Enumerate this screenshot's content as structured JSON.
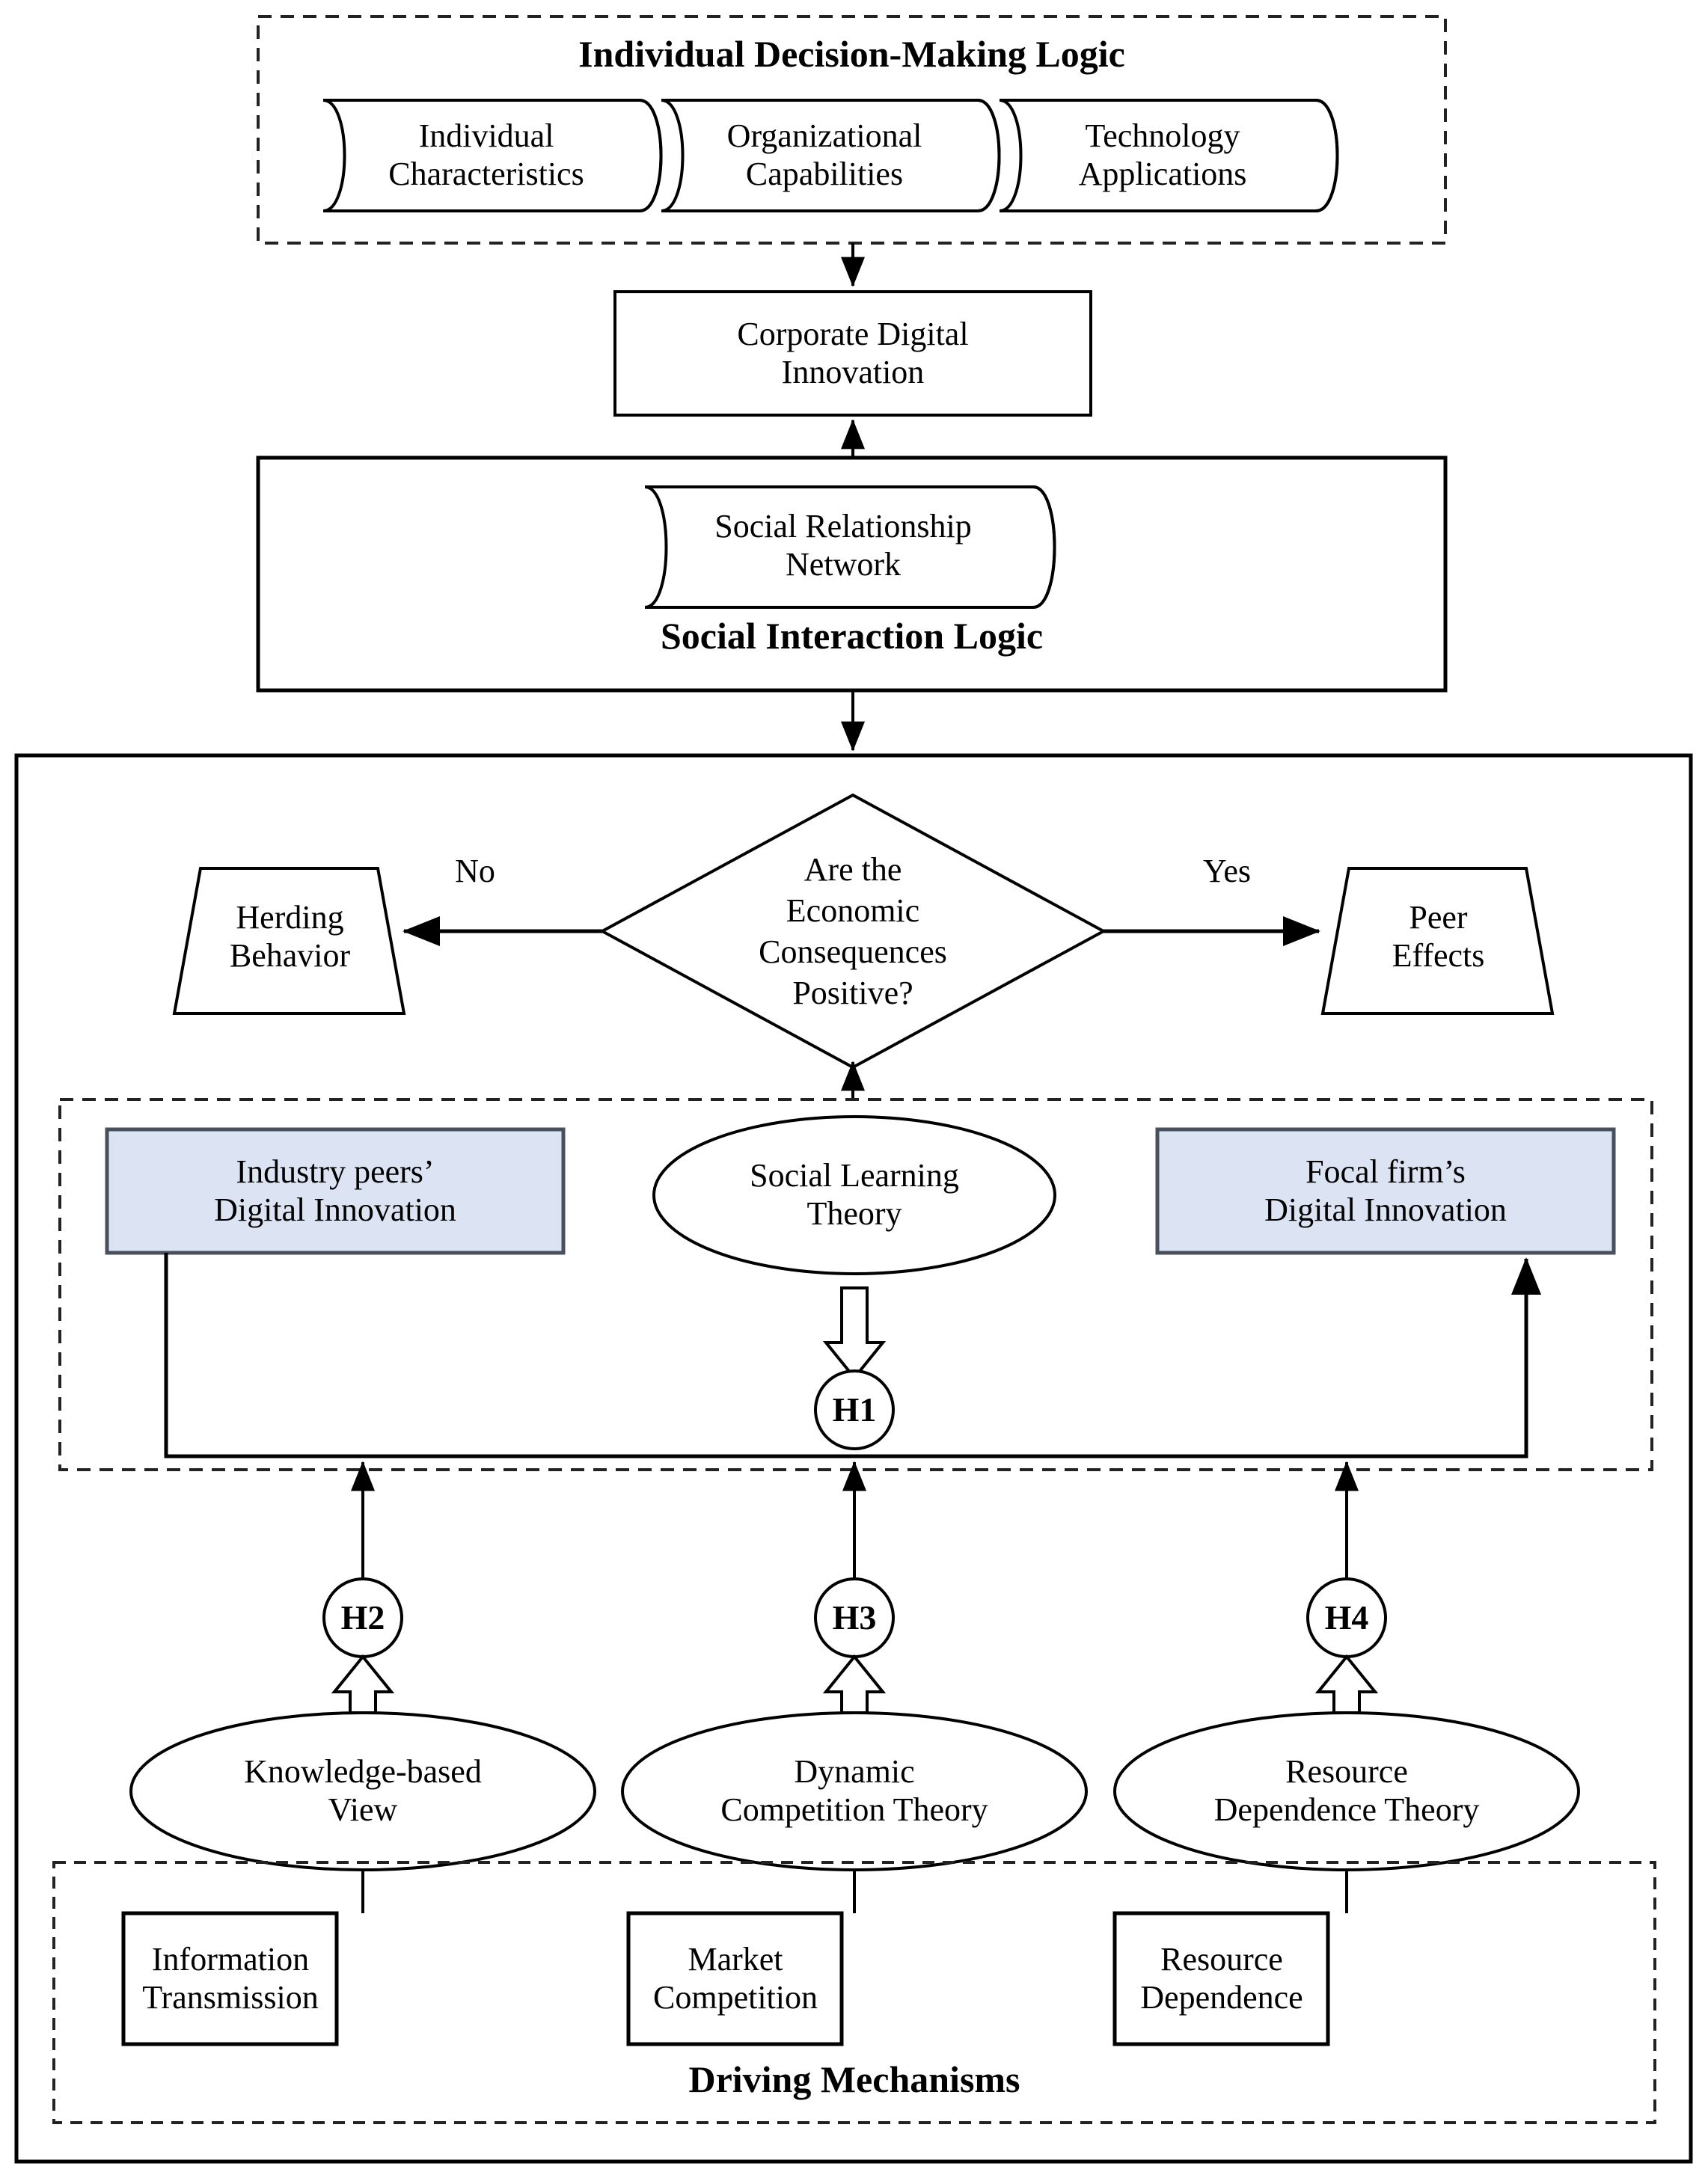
{
  "diagram": {
    "title_top": "Individual Decision-Making Logic",
    "tapes_top": [
      "Individual\nCharacteristics",
      "Organizational\nCapabilities",
      "Technology\nApplications"
    ],
    "corporate_box": "Corporate Digital\nInnovation",
    "social_tape": "Social Relationship\nNetwork",
    "social_title": "Social Interaction Logic",
    "decision_diamond": "Are the\nEconomic\nConsequences\nPositive?",
    "branch_no_label": "No",
    "branch_yes_label": "Yes",
    "herding_trapezoid": "Herding\nBehavior",
    "peer_trapezoid": "Peer\nEffects",
    "peers_box": "Industry peers’\nDigital Innovation",
    "focal_box": "Focal firm’s\nDigital Innovation",
    "social_learning_ellipse": "Social Learning\nTheory",
    "h1": "H1",
    "h2": "H2",
    "h3": "H3",
    "h4": "H4",
    "theory_ellipses": [
      "Knowledge-based\nView",
      "Dynamic\nCompetition Theory",
      "Resource\nDependence Theory"
    ],
    "mechanism_boxes": [
      "Information\nTransmission",
      "Market\nCompetition",
      "Resource\nDependence"
    ],
    "mechanisms_title": "Driving Mechanisms",
    "colors": {
      "highlight_fill": "#dce3f2",
      "highlight_stroke": "#48505e",
      "line": "#000000",
      "background": "#ffffff"
    }
  }
}
